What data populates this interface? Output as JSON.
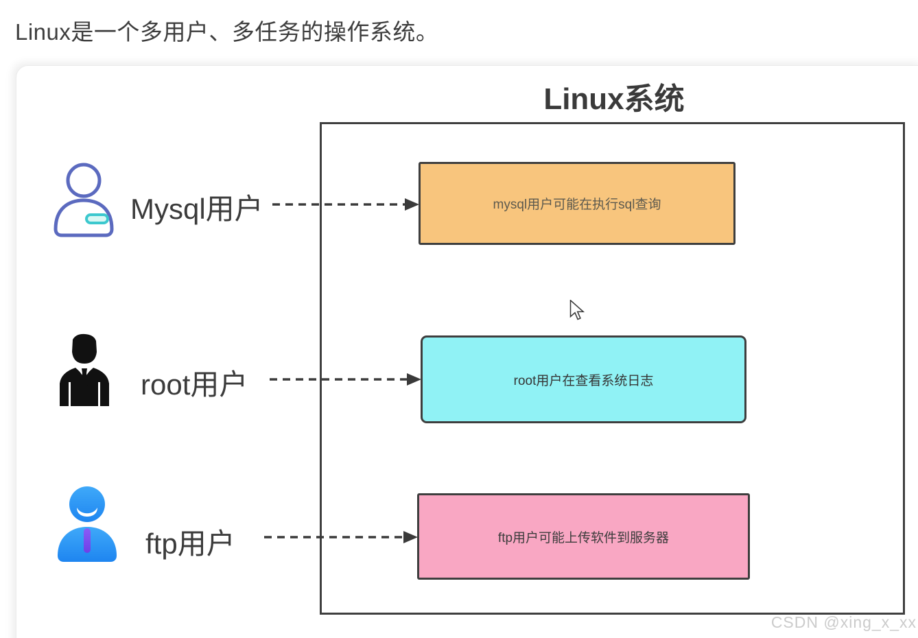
{
  "page_heading": "Linux是一个多用户、多任务的操作系统。",
  "diagram": {
    "system_title": "Linux系统",
    "system_border_color": "#3F3F3F",
    "users": [
      {
        "label": "Mysql用户",
        "icon": "person-outline-icon",
        "task_text": "mysql用户可能在执行sql查询",
        "box_color": "#F8C57D"
      },
      {
        "label": "root用户",
        "icon": "businessman-icon",
        "task_text": "root用户在查看系统日志",
        "box_color": "#90F2F5"
      },
      {
        "label": "ftp用户",
        "icon": "person-blue-icon",
        "task_text": "ftp用户可能上传软件到服务器",
        "box_color": "#F9A7C3"
      }
    ],
    "arrow_style": "dashed",
    "arrow_color": "#3A3A3A"
  },
  "watermark": "CSDN @xing_x_xx"
}
